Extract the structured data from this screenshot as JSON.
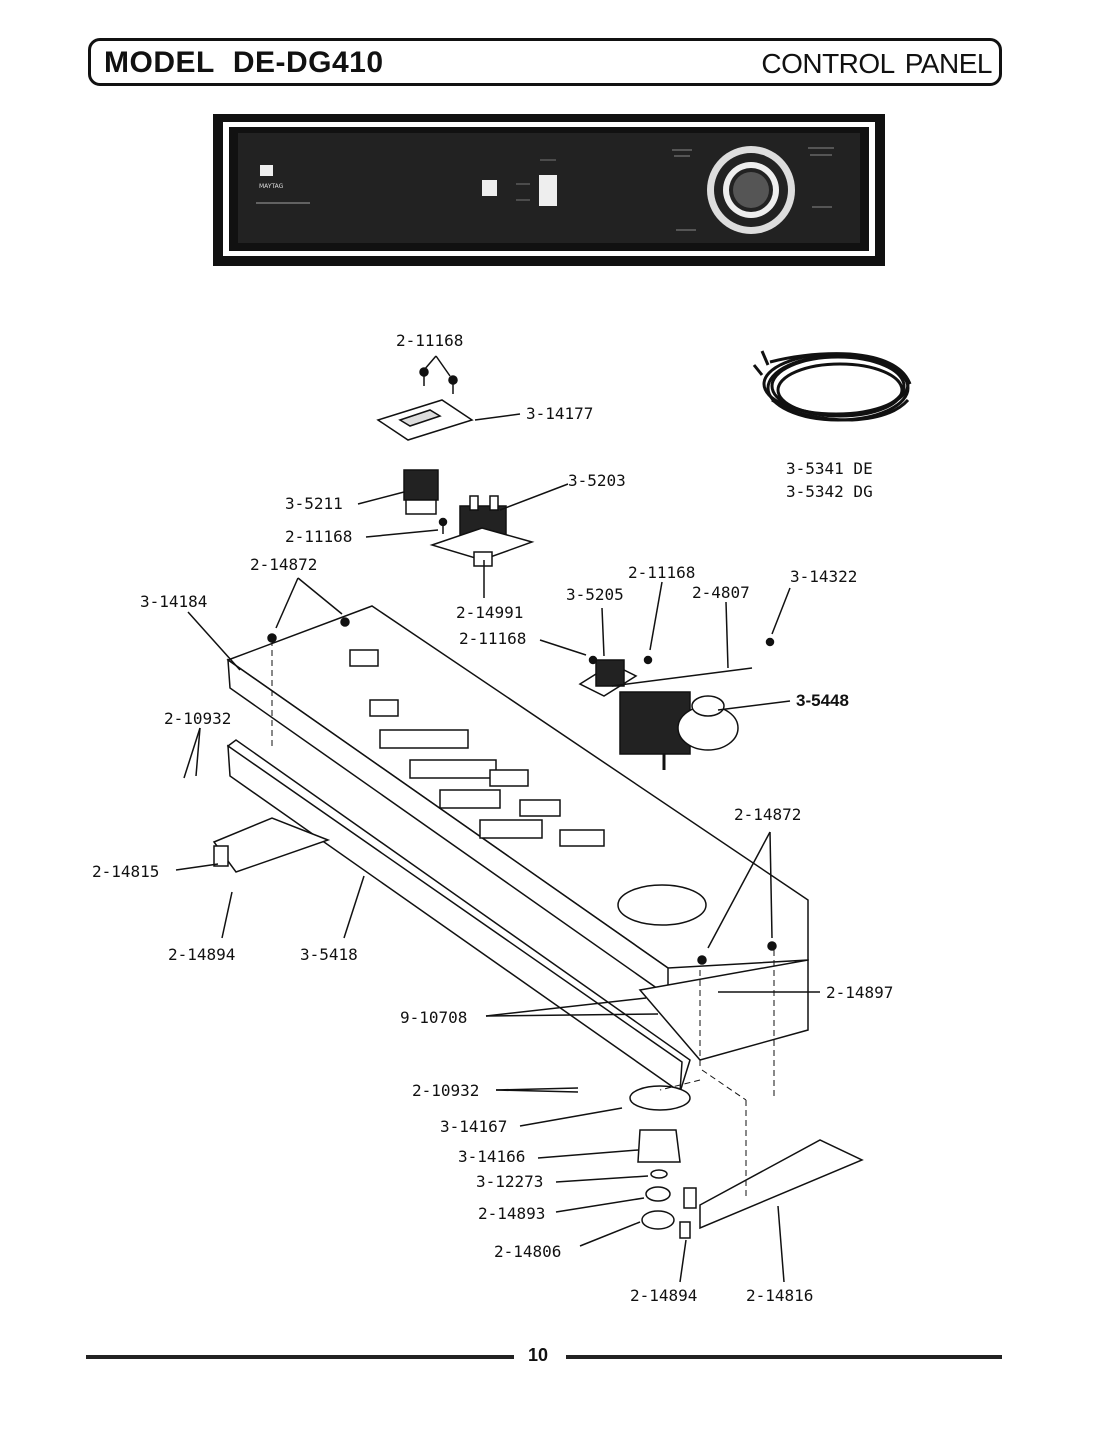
{
  "header": {
    "model_word": "MODEL",
    "model_number": "DE-DG410",
    "section_word1": "CONTROL",
    "section_word2": "PANEL"
  },
  "panel_illustration": {
    "brand": "MAYTAG"
  },
  "wire_harness_labels": [
    "3-5341 DE",
    "3-5342 DG"
  ],
  "parts": {
    "p_2_11168_top": "2-11168",
    "p_3_14177": "3-14177",
    "p_3_5211": "3-5211",
    "p_3_5203": "3-5203",
    "p_2_11168_mid": "2-11168",
    "p_2_14872_left": "2-14872",
    "p_3_14184": "3-14184",
    "p_2_14991": "2-14991",
    "p_2_11168_right": "2-11168",
    "p_3_5205": "3-5205",
    "p_2_4807": "2-4807",
    "p_3_14322": "3-14322",
    "p_2_11168_lower": "2-11168",
    "p_3_5448": "3-5448",
    "p_2_10932_left": "2-10932",
    "p_2_14872_right": "2-14872",
    "p_2_14815": "2-14815",
    "p_2_14894_left": "2-14894",
    "p_3_5418": "3-5418",
    "p_2_14897": "2-14897",
    "p_9_10708": "9-10708",
    "p_2_10932_bottom": "2-10932",
    "p_3_14167": "3-14167",
    "p_3_14166": "3-14166",
    "p_3_12273": "3-12273",
    "p_2_14893": "2-14893",
    "p_2_14806": "2-14806",
    "p_2_14894_bottom": "2-14894",
    "p_2_14816": "2-14816"
  },
  "footer": {
    "page_number": "10"
  }
}
